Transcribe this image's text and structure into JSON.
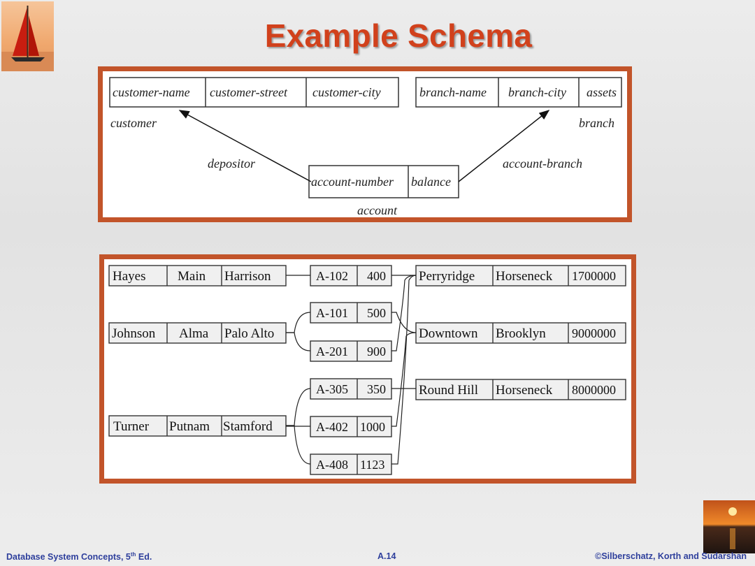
{
  "title": "Example Schema",
  "schema": {
    "customer": {
      "name": "customer",
      "attributes": [
        "customer-name",
        "customer-street",
        "customer-city"
      ]
    },
    "branch": {
      "name": "branch",
      "attributes": [
        "branch-name",
        "branch-city",
        "assets"
      ]
    },
    "account": {
      "name": "account",
      "attributes": [
        "account-number",
        "balance"
      ]
    },
    "relationships": [
      "depositor",
      "account-branch"
    ]
  },
  "instance": {
    "customers": [
      [
        "Hayes",
        "Main",
        "Harrison"
      ],
      [
        "Johnson",
        "Alma",
        "Palo Alto"
      ],
      [
        "Turner",
        "Putnam",
        "Stamford"
      ]
    ],
    "accounts": [
      [
        "A-102",
        "400"
      ],
      [
        "A-101",
        "500"
      ],
      [
        "A-201",
        "900"
      ],
      [
        "A-305",
        "350"
      ],
      [
        "A-402",
        "1000"
      ],
      [
        "A-408",
        "1123"
      ]
    ],
    "branches": [
      [
        "Perryridge",
        "Horseneck",
        "1700000"
      ],
      [
        "Downtown",
        "Brooklyn",
        "9000000"
      ],
      [
        "Round Hill",
        "Horseneck",
        "8000000"
      ]
    ]
  },
  "footer": {
    "left": "Database System Concepts, 5",
    "left_sup": "th",
    "left_end": " Ed.",
    "center": "A.14",
    "right": "©Silberschatz, Korth and Sudarshan"
  }
}
